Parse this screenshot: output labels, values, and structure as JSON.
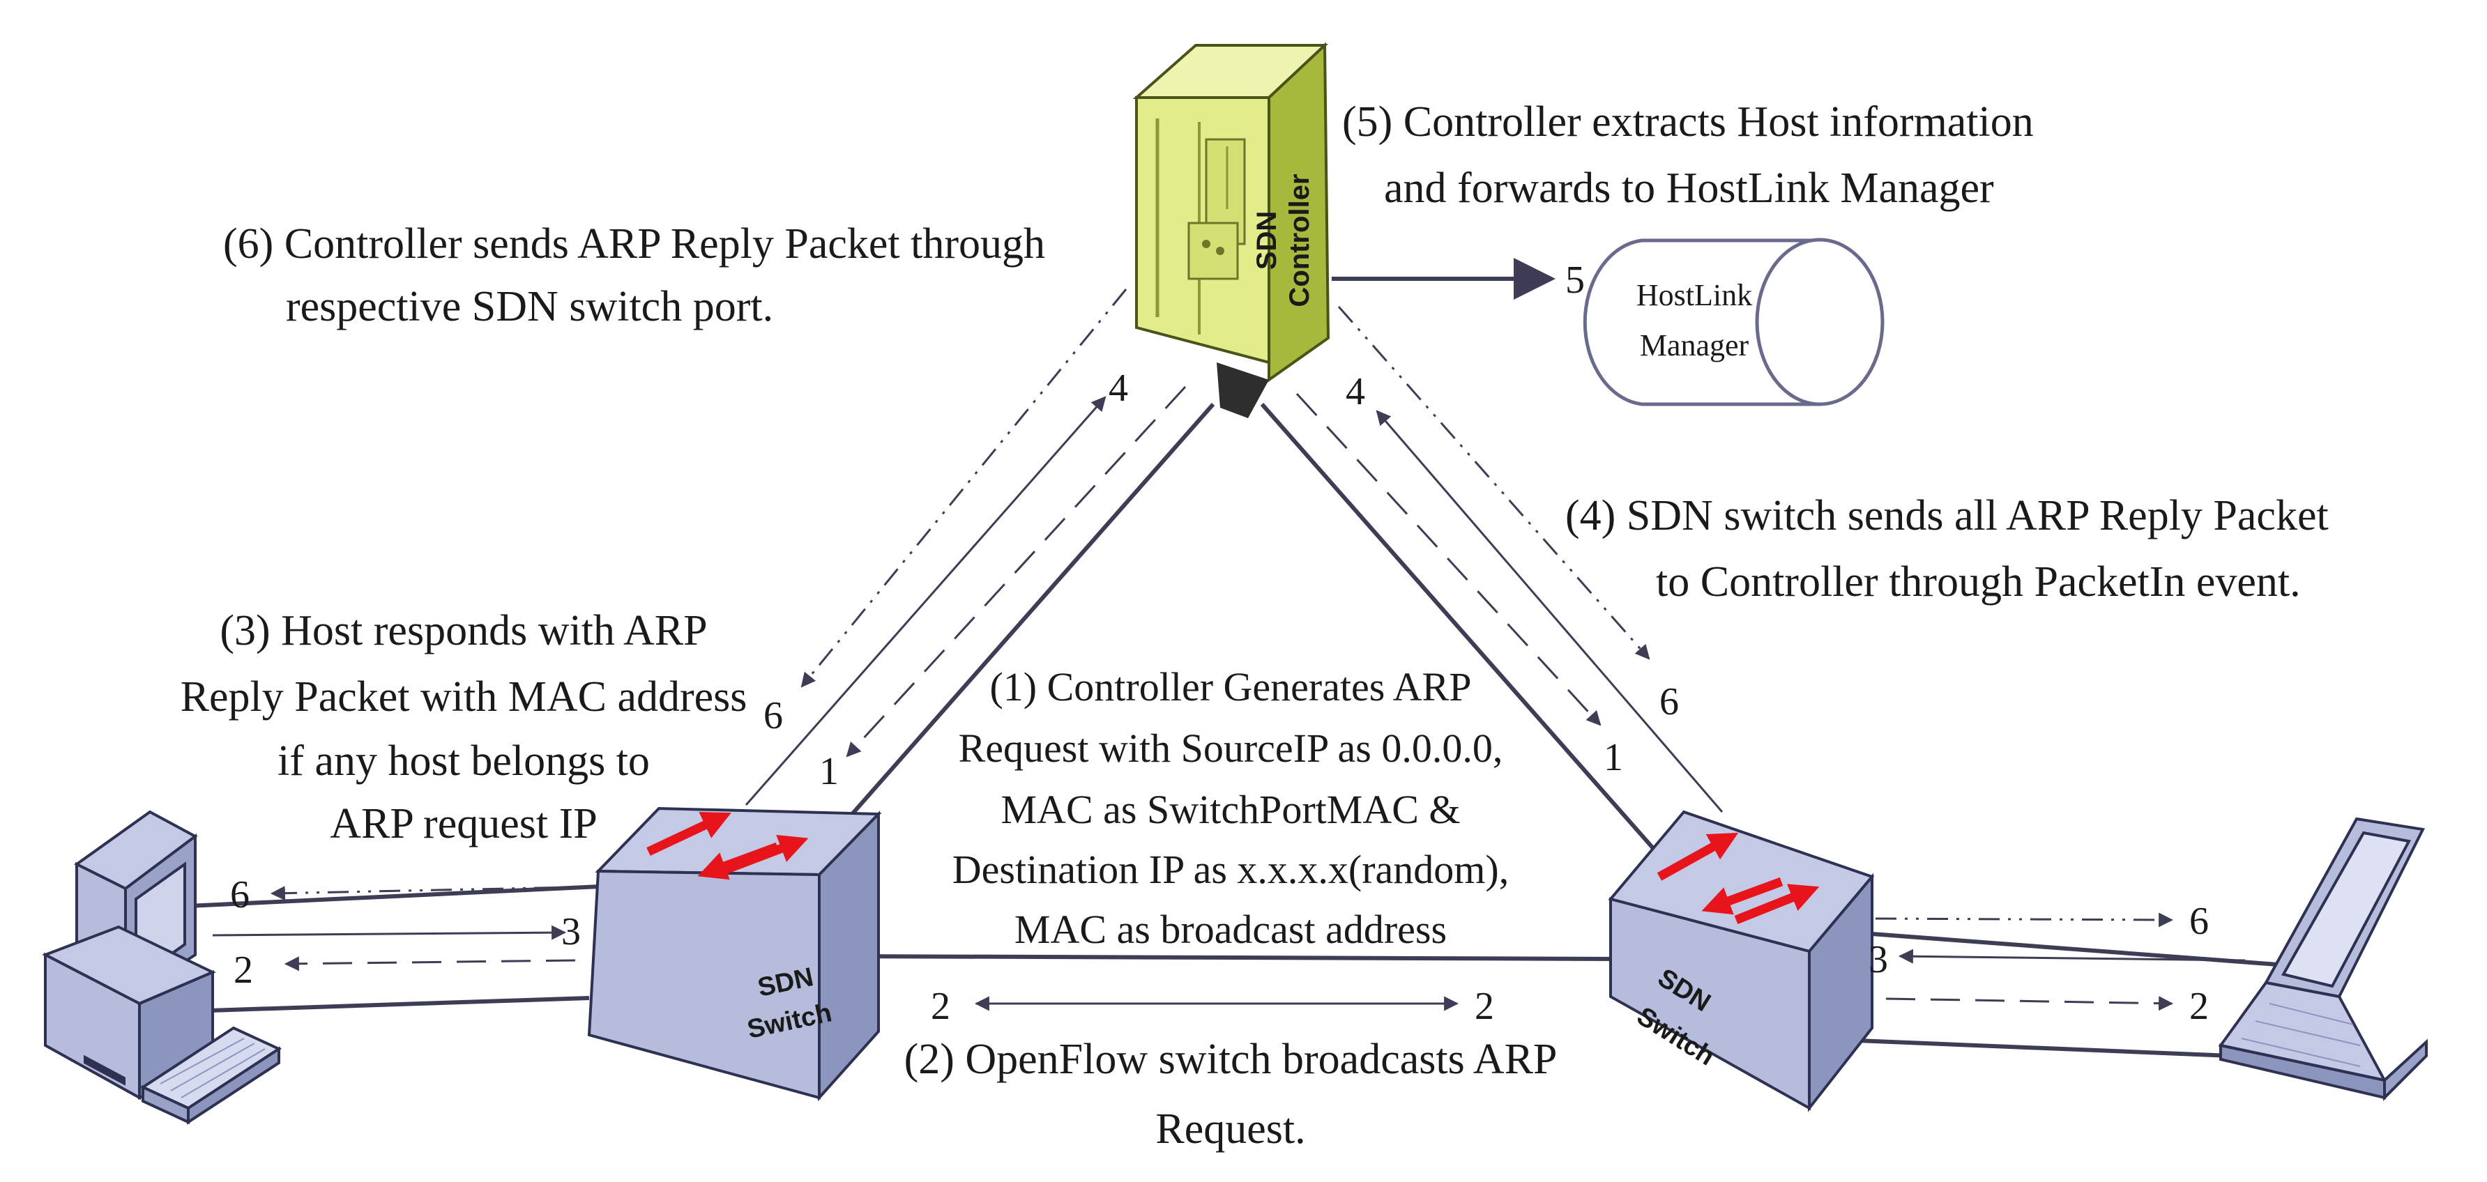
{
  "steps": {
    "step1": [
      "(1) Controller Generates ARP",
      "Request with SourceIP as 0.0.0.0,",
      "MAC as SwitchPortMAC &",
      "Destination IP as x.x.x.x(random),",
      "MAC as broadcast address"
    ],
    "step2": [
      "(2) OpenFlow switch broadcasts ARP",
      "Request."
    ],
    "step3": [
      "(3) Host responds with ARP",
      "Reply Packet with MAC address",
      "if any host belongs to",
      "ARP request IP"
    ],
    "step4": [
      "(4) SDN switch sends all ARP Reply Packet",
      "to Controller through PacketIn event."
    ],
    "step5": [
      "(5) Controller extracts Host information",
      "and forwards to HostLink Manager"
    ],
    "step6": [
      "(6) Controller sends ARP Reply Packet through",
      "respective SDN switch port."
    ]
  },
  "nodes": {
    "controller": [
      "SDN",
      "Controller"
    ],
    "left_switch": [
      "SDN",
      "Switch"
    ],
    "right_switch": [
      "SDN",
      "Switch"
    ],
    "hostlink_manager": [
      "HostLink",
      "Manager"
    ]
  },
  "numbers": {
    "n1_left": "1",
    "n1_right": "1",
    "n2_host_left": "2",
    "n2_mid_left": "2",
    "n2_mid_right": "2",
    "n2_host_right": "2",
    "n3_left": "3",
    "n3_right": "3",
    "n4_left": "4",
    "n4_right": "4",
    "n5": "5",
    "n6_left_upper": "6",
    "n6_host_left": "6",
    "n6_right_upper": "6",
    "n6_host_right": "6"
  },
  "colors": {
    "controller_body": "#e2ec8a",
    "controller_side": "#a8b83c",
    "switch_face": "#b6bddc",
    "switch_side": "#8c95bd",
    "switch_arrows": "#e8141c",
    "line": "#3d3d55",
    "hostlink_stroke": "#6a6a8e"
  },
  "icons": [
    "server-icon",
    "switch-icon",
    "desktop-computer-icon",
    "laptop-icon",
    "cylinder-icon"
  ]
}
